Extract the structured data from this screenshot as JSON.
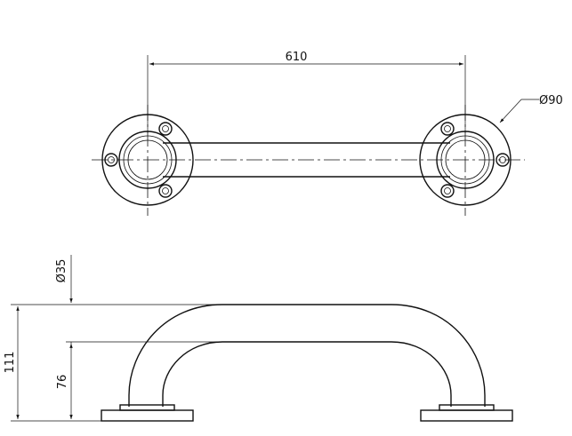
{
  "drawing": {
    "top_view": {
      "length_label": "610",
      "flange_diameter_label": "Ø90"
    },
    "side_view": {
      "tube_diameter_label": "Ø35",
      "total_height_label": "111",
      "inner_height_label": "76"
    }
  },
  "colors": {
    "line": "#111111",
    "background": "#ffffff"
  }
}
